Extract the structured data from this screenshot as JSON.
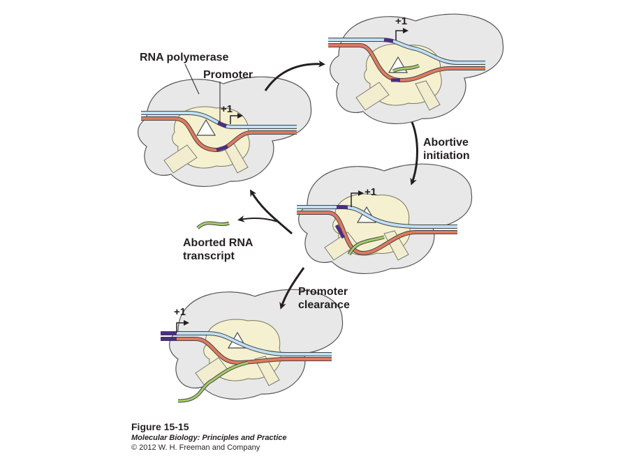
{
  "labels": {
    "rna_polymerase": "RNA polymerase",
    "promoter": "Promoter",
    "plus_one": "+1",
    "abortive_line1": "Abortive",
    "abortive_line2": "initiation",
    "aborted_line1": "Aborted RNA",
    "aborted_line2": "transcript",
    "clearance_line1": "Promoter",
    "clearance_line2": "clearance"
  },
  "caption": {
    "figure": "Figure 15-15",
    "book": "Molecular Biology: Principles and Practice",
    "copyright": "© 2012 W. H. Freeman and Company"
  },
  "colors": {
    "polymerase_fill": "#e8e8e8",
    "polymerase_outline": "#555555",
    "inner_fill": "#f5f0cf",
    "template_strand": "#e07a5f",
    "nontemplate_strand": "#bfe0f5",
    "promoter_mark": "#4b2e83",
    "rna": "#a3cc6a",
    "arrow": "#231f20"
  }
}
